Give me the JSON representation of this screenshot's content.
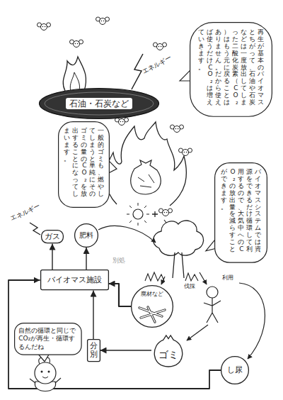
{
  "diagram": {
    "nodes": [
      {
        "text": [
          "再生が基本のバイオマスとちがって、石油や石炭などは一度放出してしまった二酸化炭素（CO₂）はもう元に戻ることはありません。だから使えば使うだけCO₂は増えていきます。"
        ]
      },
      {
        "text": [
          "石油・石炭など"
        ]
      },
      {
        "text": [
          "一般的ゴミも、燃やしてしまうと単純にそのゴミの量のCO₂を放出することになってしまいます。"
        ]
      },
      {
        "text": [
          "バイオマスシステムでは資源をできるだけ循環して利用するので、大気中へのCO₂の放出量を減らすことができます。"
        ]
      },
      {
        "text": [
          "ガス"
        ]
      },
      {
        "text": [
          "肥料"
        ]
      },
      {
        "text": [
          "バイオマス施設"
        ]
      },
      {
        "text": [
          "廃材など"
        ]
      },
      {
        "text": [
          "分別"
        ]
      },
      {
        "text": [
          "ゴミ"
        ]
      },
      {
        "text": [
          "し尿"
        ]
      },
      {
        "text": [
          "自然の循環と同じでCO₂が再生・循環するんだね"
        ]
      }
    ],
    "edges": [
      {
        "from": 6,
        "to": 4,
        "arrow": "to"
      },
      {
        "from": 6,
        "to": 5,
        "arrow": "to"
      },
      {
        "from": 7,
        "to": 6,
        "arrow": "to"
      },
      {
        "from": 9,
        "to": 8,
        "arrow": "to"
      },
      {
        "from": 8,
        "to": 6,
        "arrow": "to"
      },
      {
        "from": 10,
        "to": 6,
        "arrow": "to"
      }
    ],
    "labels": [
      "エネルギー",
      "エネルギー",
      "別処",
      "伐採",
      "利用"
    ]
  }
}
